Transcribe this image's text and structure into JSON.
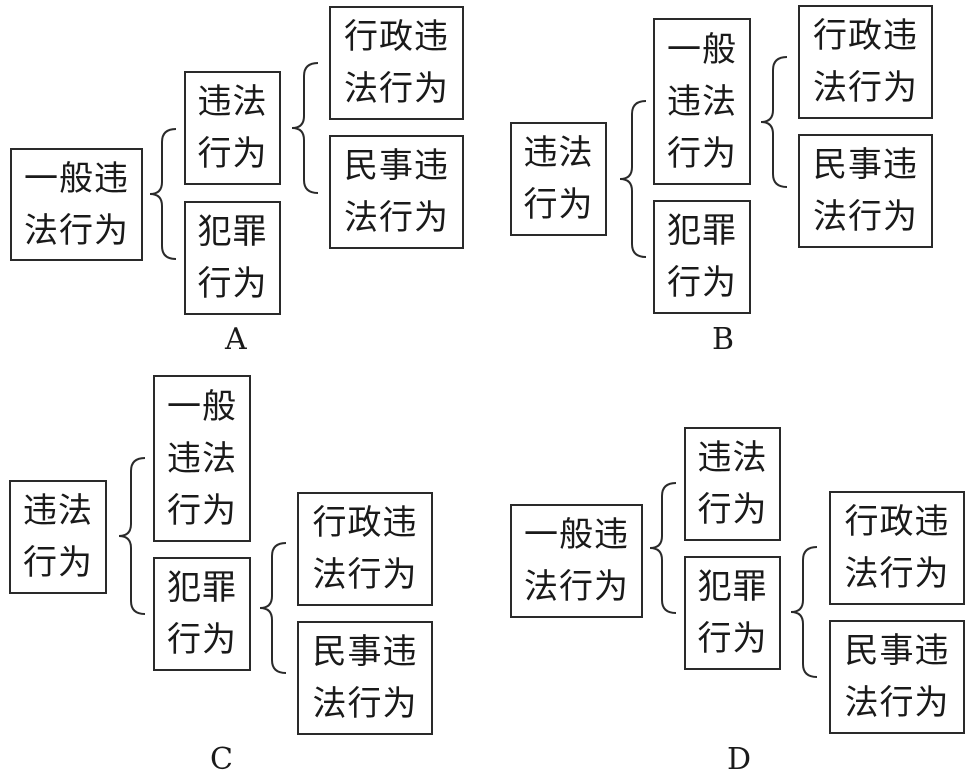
{
  "options": [
    {
      "label": "A",
      "root": "一般违\n法行为",
      "level1": [
        "违法\n行为",
        "犯罪\n行为"
      ],
      "level2_parent": "违法\n行为",
      "level2": [
        "行政违\n法行为",
        "民事违\n法行为"
      ]
    },
    {
      "label": "B",
      "root": "违法\n行为",
      "level1": [
        "一般\n违法\n行为",
        "犯罪\n行为"
      ],
      "level2_parent": "一般\n违法\n行为",
      "level2": [
        "行政违\n法行为",
        "民事违\n法行为"
      ]
    },
    {
      "label": "C",
      "root": "违法\n行为",
      "level1": [
        "一般\n违法\n行为",
        "犯罪\n行为"
      ],
      "level2_parent": "犯罪\n行为",
      "level2": [
        "行政违\n法行为",
        "民事违\n法行为"
      ]
    },
    {
      "label": "D",
      "root": "一般违\n法行为",
      "level1": [
        "违法\n行为",
        "犯罪\n行为"
      ],
      "level2_parent": "犯罪\n行为",
      "level2": [
        "行政违\n法行为",
        "民事违\n法行为"
      ]
    }
  ]
}
